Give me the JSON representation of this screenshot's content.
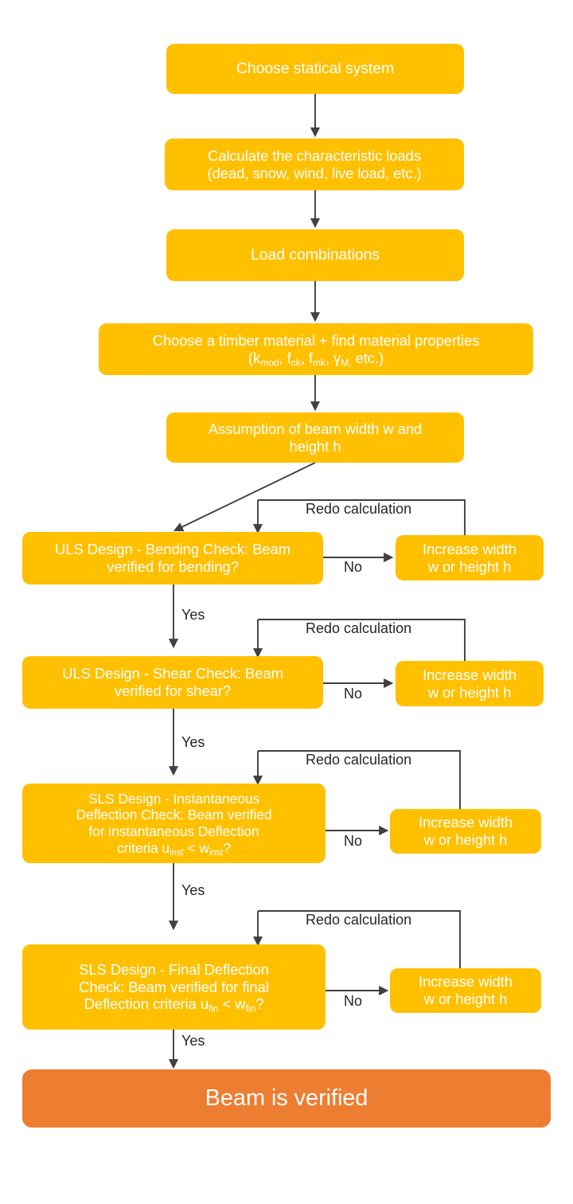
{
  "diagram": {
    "title": "Timber beam design verification flowchart",
    "colors": {
      "node_fill": "#FFC000",
      "terminal_fill": "#ED7D31",
      "node_text": "#FFFFFF",
      "edge_stroke": "#404040",
      "label_text": "#262626",
      "background": "#FFFFFF"
    },
    "nodes": {
      "choose_system": "Choose statical system",
      "calc_loads_line1": "Calculate the characteristic loads",
      "calc_loads_line2": "(dead, snow, wind, live load, etc.)",
      "load_combinations": "Load combinations",
      "material_line1": "Choose a timber material + find material properties",
      "material_line2_prefix": "(k",
      "material_sub_mod": "mod",
      "material_f1": ", f",
      "material_sub_ck": "ck",
      "material_f2": ", f",
      "material_sub_mk": "mk",
      "material_gamma": ", γ",
      "material_sub_M": "M,",
      "material_suffix": " etc.)",
      "assumption_line1": "Assumption of beam width w and",
      "assumption_line2": "height h",
      "uls_bending_line1": "ULS Design - Bending Check: Beam",
      "uls_bending_line2": "verified for bending?",
      "uls_shear_line1": "ULS Design -  Shear Check: Beam",
      "uls_shear_line2": "verified for shear?",
      "sls_inst_line1": "SLS Design -  Instantaneous",
      "sls_inst_line2": "Deflection Check: Beam verified",
      "sls_inst_line3": "for instantaneous Deflection",
      "sls_inst_line4_prefix": "criteria u",
      "sls_inst_sub_u": "inst",
      "sls_inst_mid": " < w",
      "sls_inst_sub_w": "inst",
      "sls_inst_suffix": "?",
      "sls_fin_line1": "SLS Design -  Final Deflection",
      "sls_fin_line2": "Check: Beam verified for final",
      "sls_fin_line3_prefix": "Deflection criteria u",
      "sls_fin_sub_u": "fin",
      "sls_fin_mid": " < w",
      "sls_fin_sub_w": "fin",
      "sls_fin_suffix": "?",
      "increase_line1": "Increase width",
      "increase_line2": "w or height h",
      "beam_verified": "Beam is verified"
    },
    "edge_labels": {
      "redo": "Redo calculation",
      "no": "No",
      "yes": "Yes"
    }
  }
}
